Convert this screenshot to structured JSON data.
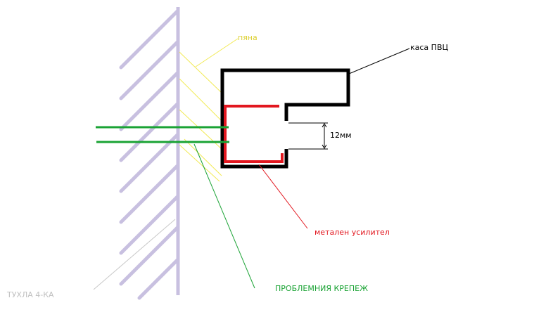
{
  "labels": {
    "foam": "пяна",
    "pvc_frame": "каса ПВЦ",
    "gap": "12мм",
    "metal_reinforcement": "метален усилител",
    "problem_fastener": "ПРОБЛЕМНИЯ КРЕПЕЖ",
    "brick": "ТУХЛА 4-КА"
  },
  "colors": {
    "wall": "#c8c0e0",
    "foam": "#f2ea55",
    "pvc_frame": "#000000",
    "metal": "#e2171f",
    "fastener": "#1aa334",
    "brick_leader": "#c8c8c8",
    "brick_text": "#c0c0c0"
  }
}
